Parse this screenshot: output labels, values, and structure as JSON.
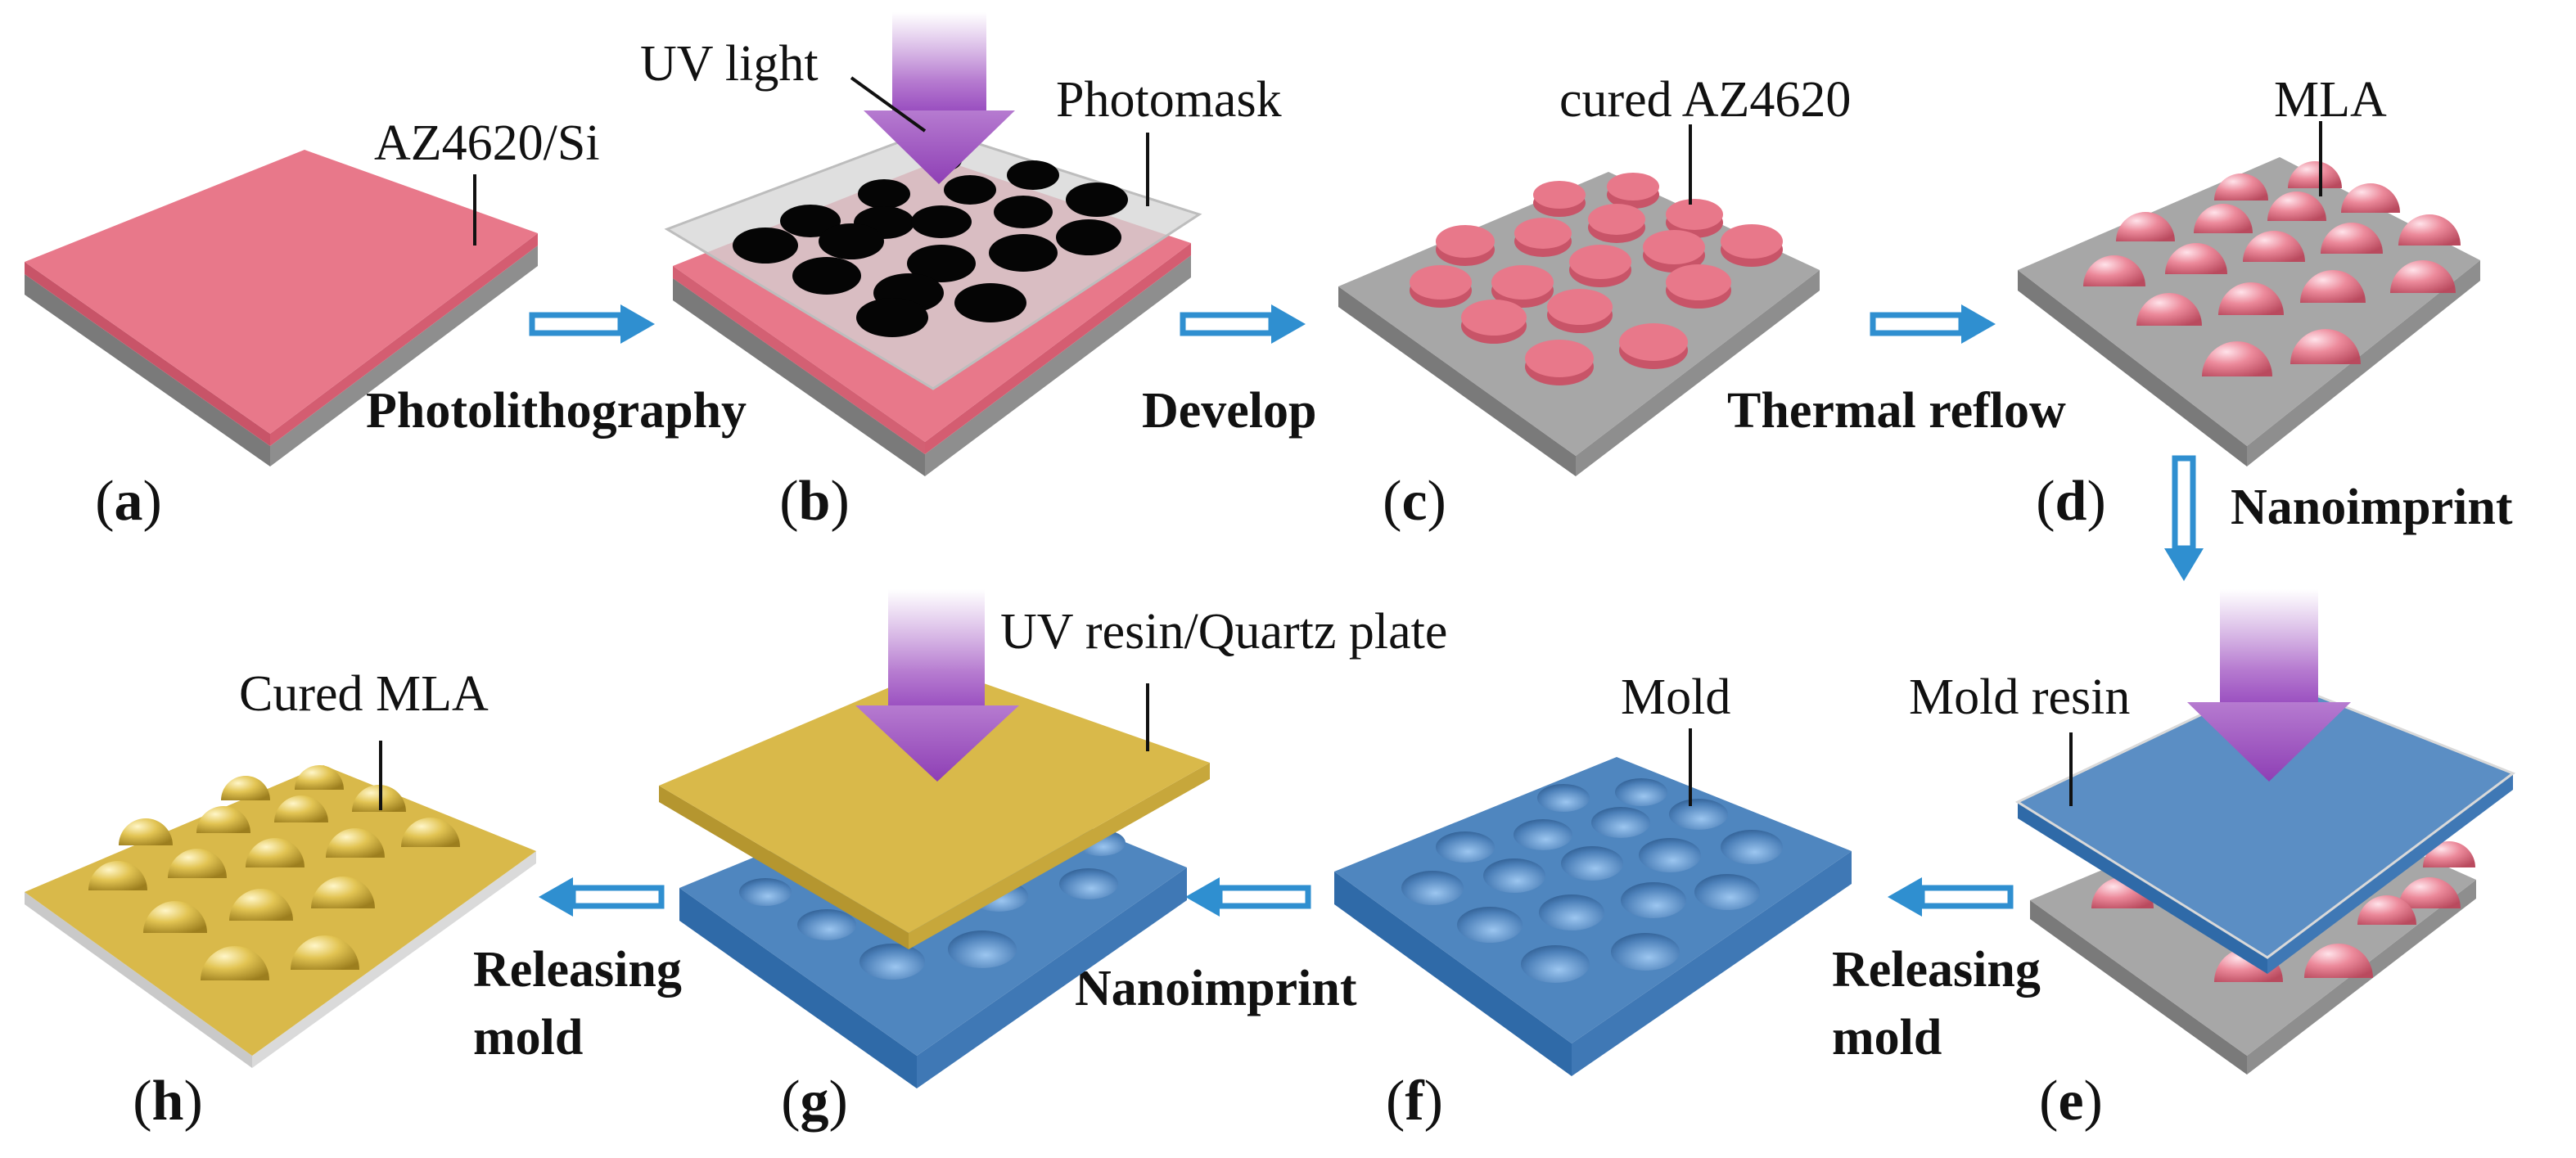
{
  "panels": {
    "a": "a",
    "b": "b",
    "c": "c",
    "d": "d",
    "e": "e",
    "f": "f",
    "g": "g",
    "h": "h"
  },
  "labels": {
    "az4620_si": "AZ4620/Si",
    "uv_light": "UV light",
    "photomask": "Photomask",
    "cured_az4620": "cured AZ4620",
    "mla": "MLA",
    "uv_resin_quartz": "UV resin/Quartz plate",
    "cured_mla": "Cured MLA",
    "mold": "Mold",
    "mold_resin": "Mold resin"
  },
  "steps": {
    "photolithography": "Photolithography",
    "develop": "Develop",
    "thermal_reflow": "Thermal reflow",
    "nanoimprint_1": "Nanoimprint",
    "releasing_1_line1": "Releasing",
    "releasing_1_line2": "mold",
    "nanoimprint_2": "Nanoimprint",
    "releasing_2_line1": "Releasing",
    "releasing_2_line2": "mold"
  },
  "colors": {
    "pink": "#e8788a",
    "gray": "#a7a7a7",
    "blue": "#4f86bf",
    "yellow": "#d9b94a",
    "arrow": "#2f8fd0",
    "uv": "#a45cc4"
  }
}
